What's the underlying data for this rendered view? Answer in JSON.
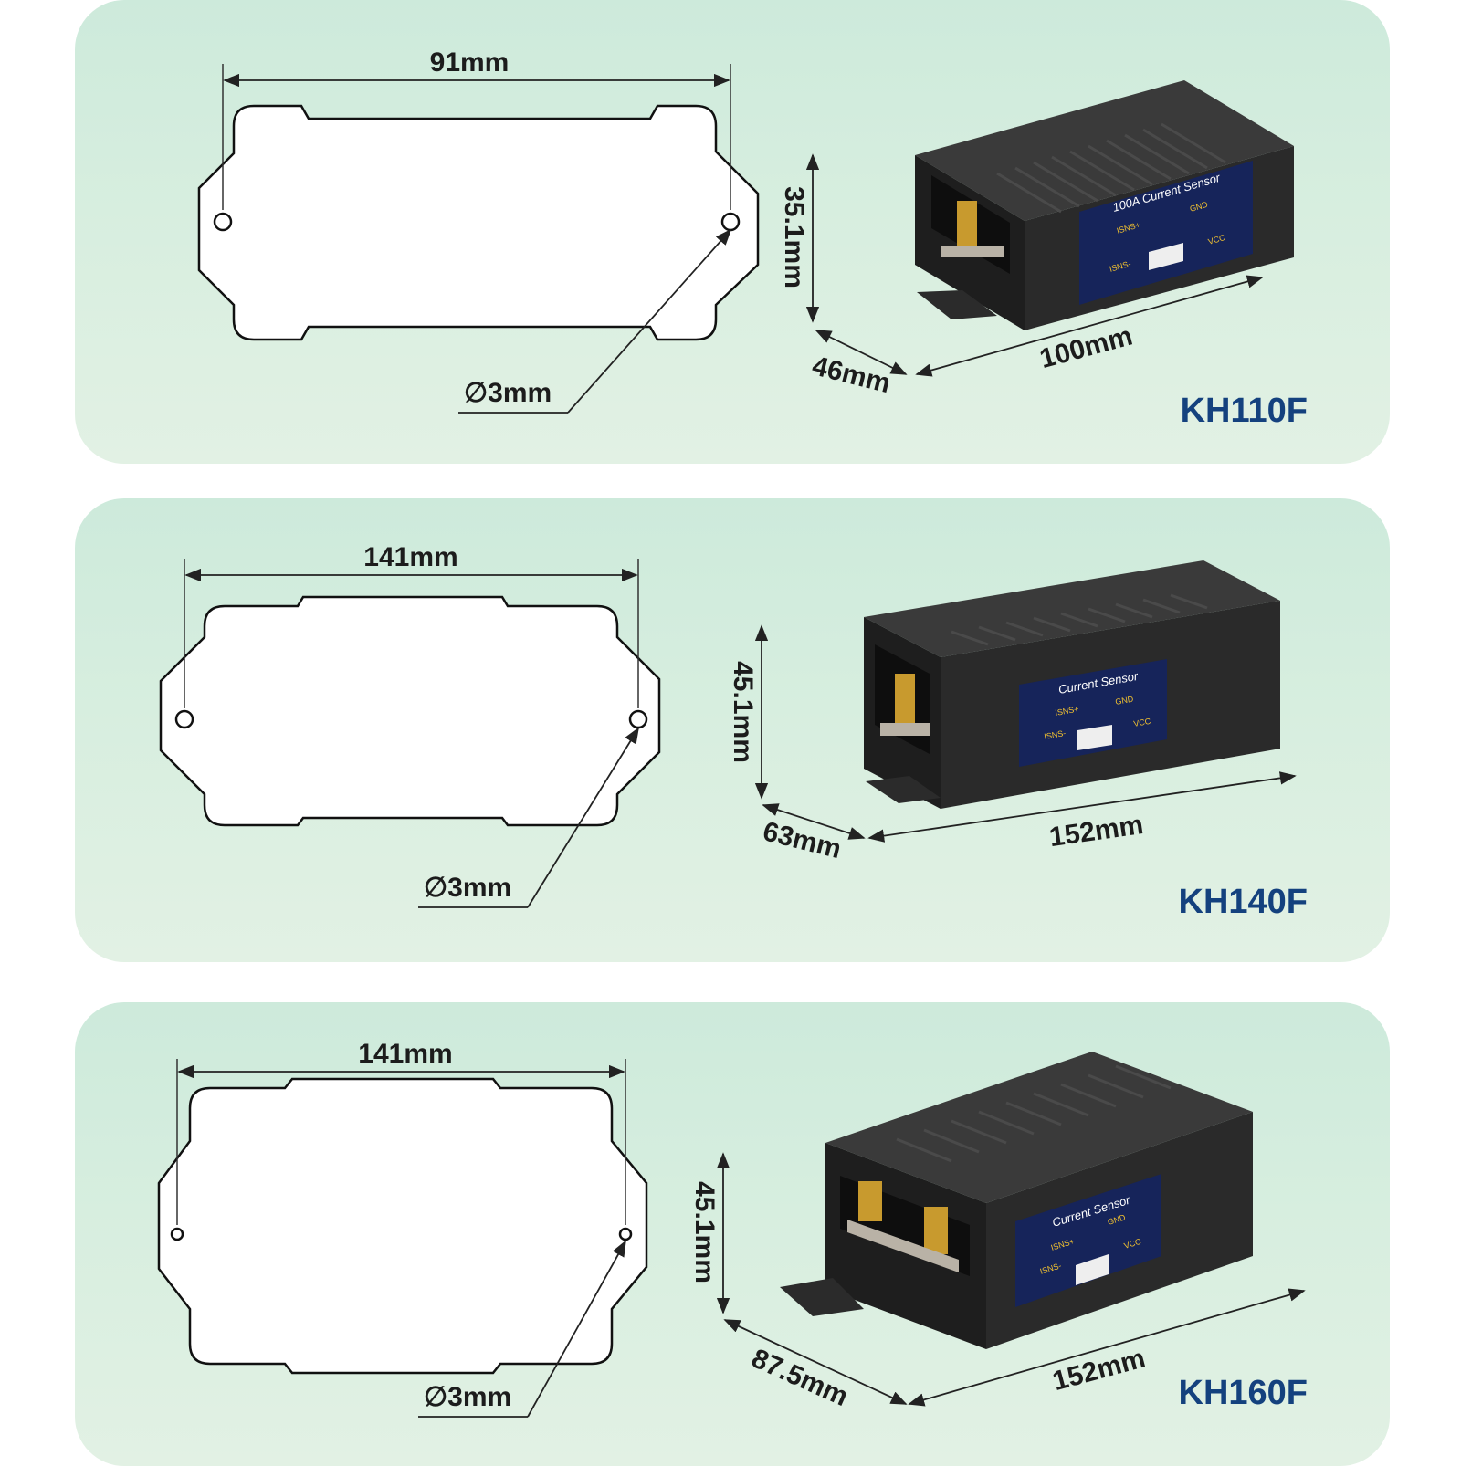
{
  "colors": {
    "card_top": "#cdeadb",
    "card_bottom": "#e2f1e4",
    "model_text": "#14417e",
    "dimension_text": "#1c1c1c",
    "housing": "#232323",
    "label_panel": "#16245a",
    "pin_text": "#f2c230"
  },
  "pins": {
    "isns_plus": "ISNS+",
    "isns_minus": "ISNS-",
    "gnd": "GND",
    "vcc": "VCC"
  },
  "sections": [
    {
      "model": "KH110F",
      "hole_spacing": "91mm",
      "hole_diameter": "∅3mm",
      "height": "35.1mm",
      "width": "46mm",
      "length": "100mm",
      "label_title": "100A Current Sensor"
    },
    {
      "model": "KH140F",
      "hole_spacing": "141mm",
      "hole_diameter": "∅3mm",
      "height": "45.1mm",
      "width": "63mm",
      "length": "152mm",
      "label_title": "Current Sensor"
    },
    {
      "model": "KH160F",
      "hole_spacing": "141mm",
      "hole_diameter": "∅3mm",
      "height": "45.1mm",
      "width": "87.5mm",
      "length": "152mm",
      "label_title": "Current Sensor"
    }
  ]
}
